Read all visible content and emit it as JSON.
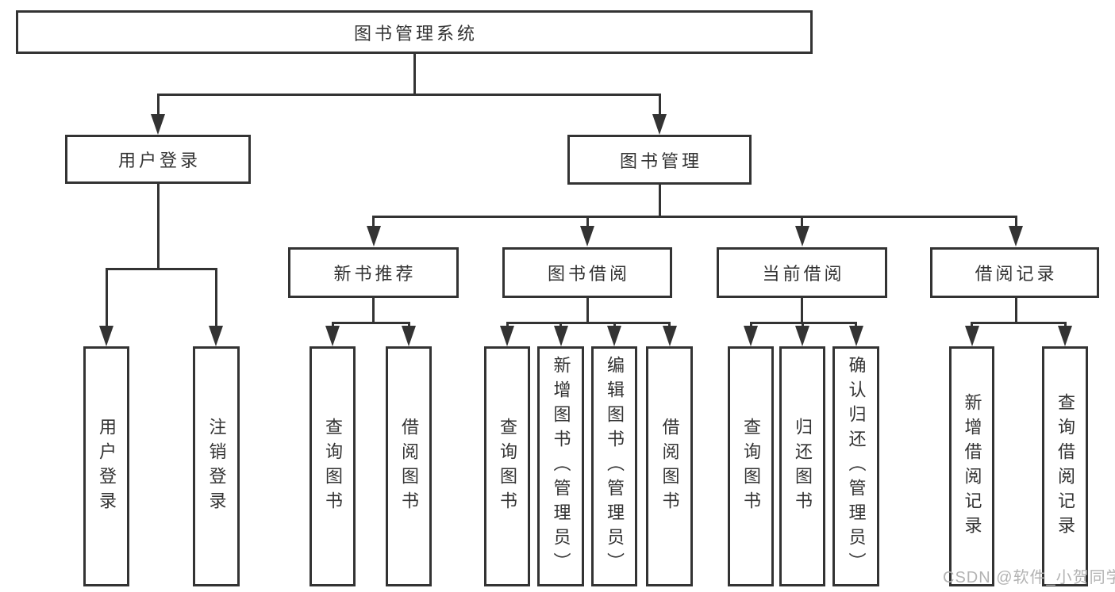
{
  "diagram": {
    "type": "tree",
    "title": "图书管理系统",
    "colors": {
      "background": "#ffffff",
      "box_border": "#333333",
      "line": "#333333",
      "text": "#333333",
      "watermark": "#b3b3b3"
    },
    "watermark": {
      "text": "CSDN @软件_小贺同学"
    },
    "nodes": {
      "root": {
        "label": "图书管理系统",
        "children": [
          "user_login",
          "book_mgmt"
        ]
      },
      "user_login": {
        "label": "用户登录",
        "children": [
          "leaf_user_login",
          "leaf_logout"
        ]
      },
      "book_mgmt": {
        "label": "图书管理",
        "children": [
          "new_book_rec",
          "book_borrow",
          "current_borrow",
          "borrow_records"
        ]
      },
      "new_book_rec": {
        "label": "新书推荐",
        "children": [
          "leaf_query_book_rec",
          "leaf_borrow_book_rec"
        ]
      },
      "book_borrow": {
        "label": "图书借阅",
        "children": [
          "leaf_query_book_borrow",
          "leaf_add_book",
          "leaf_edit_book",
          "leaf_borrow_book_borrow"
        ]
      },
      "current_borrow": {
        "label": "当前借阅",
        "children": [
          "leaf_query_book_current",
          "leaf_return_book",
          "leaf_confirm_return"
        ]
      },
      "borrow_records": {
        "label": "借阅记录",
        "children": [
          "leaf_add_borrow_record",
          "leaf_query_borrow_record"
        ]
      },
      "leaf_user_login": {
        "label": "用户登录"
      },
      "leaf_logout": {
        "label": "注销登录"
      },
      "leaf_query_book_rec": {
        "label": "查询图书"
      },
      "leaf_borrow_book_rec": {
        "label": "借阅图书"
      },
      "leaf_query_book_borrow": {
        "label": "查询图书"
      },
      "leaf_add_book": {
        "label": "新增图书（管理员）"
      },
      "leaf_edit_book": {
        "label": "编辑图书（管理员）"
      },
      "leaf_borrow_book_borrow": {
        "label": "借阅图书"
      },
      "leaf_query_book_current": {
        "label": "查询图书"
      },
      "leaf_return_book": {
        "label": "归还图书"
      },
      "leaf_confirm_return": {
        "label": "确认归还（管理员）"
      },
      "leaf_add_borrow_record": {
        "label": "新增借阅记录"
      },
      "leaf_query_borrow_record": {
        "label": "查询借阅记录"
      }
    }
  }
}
